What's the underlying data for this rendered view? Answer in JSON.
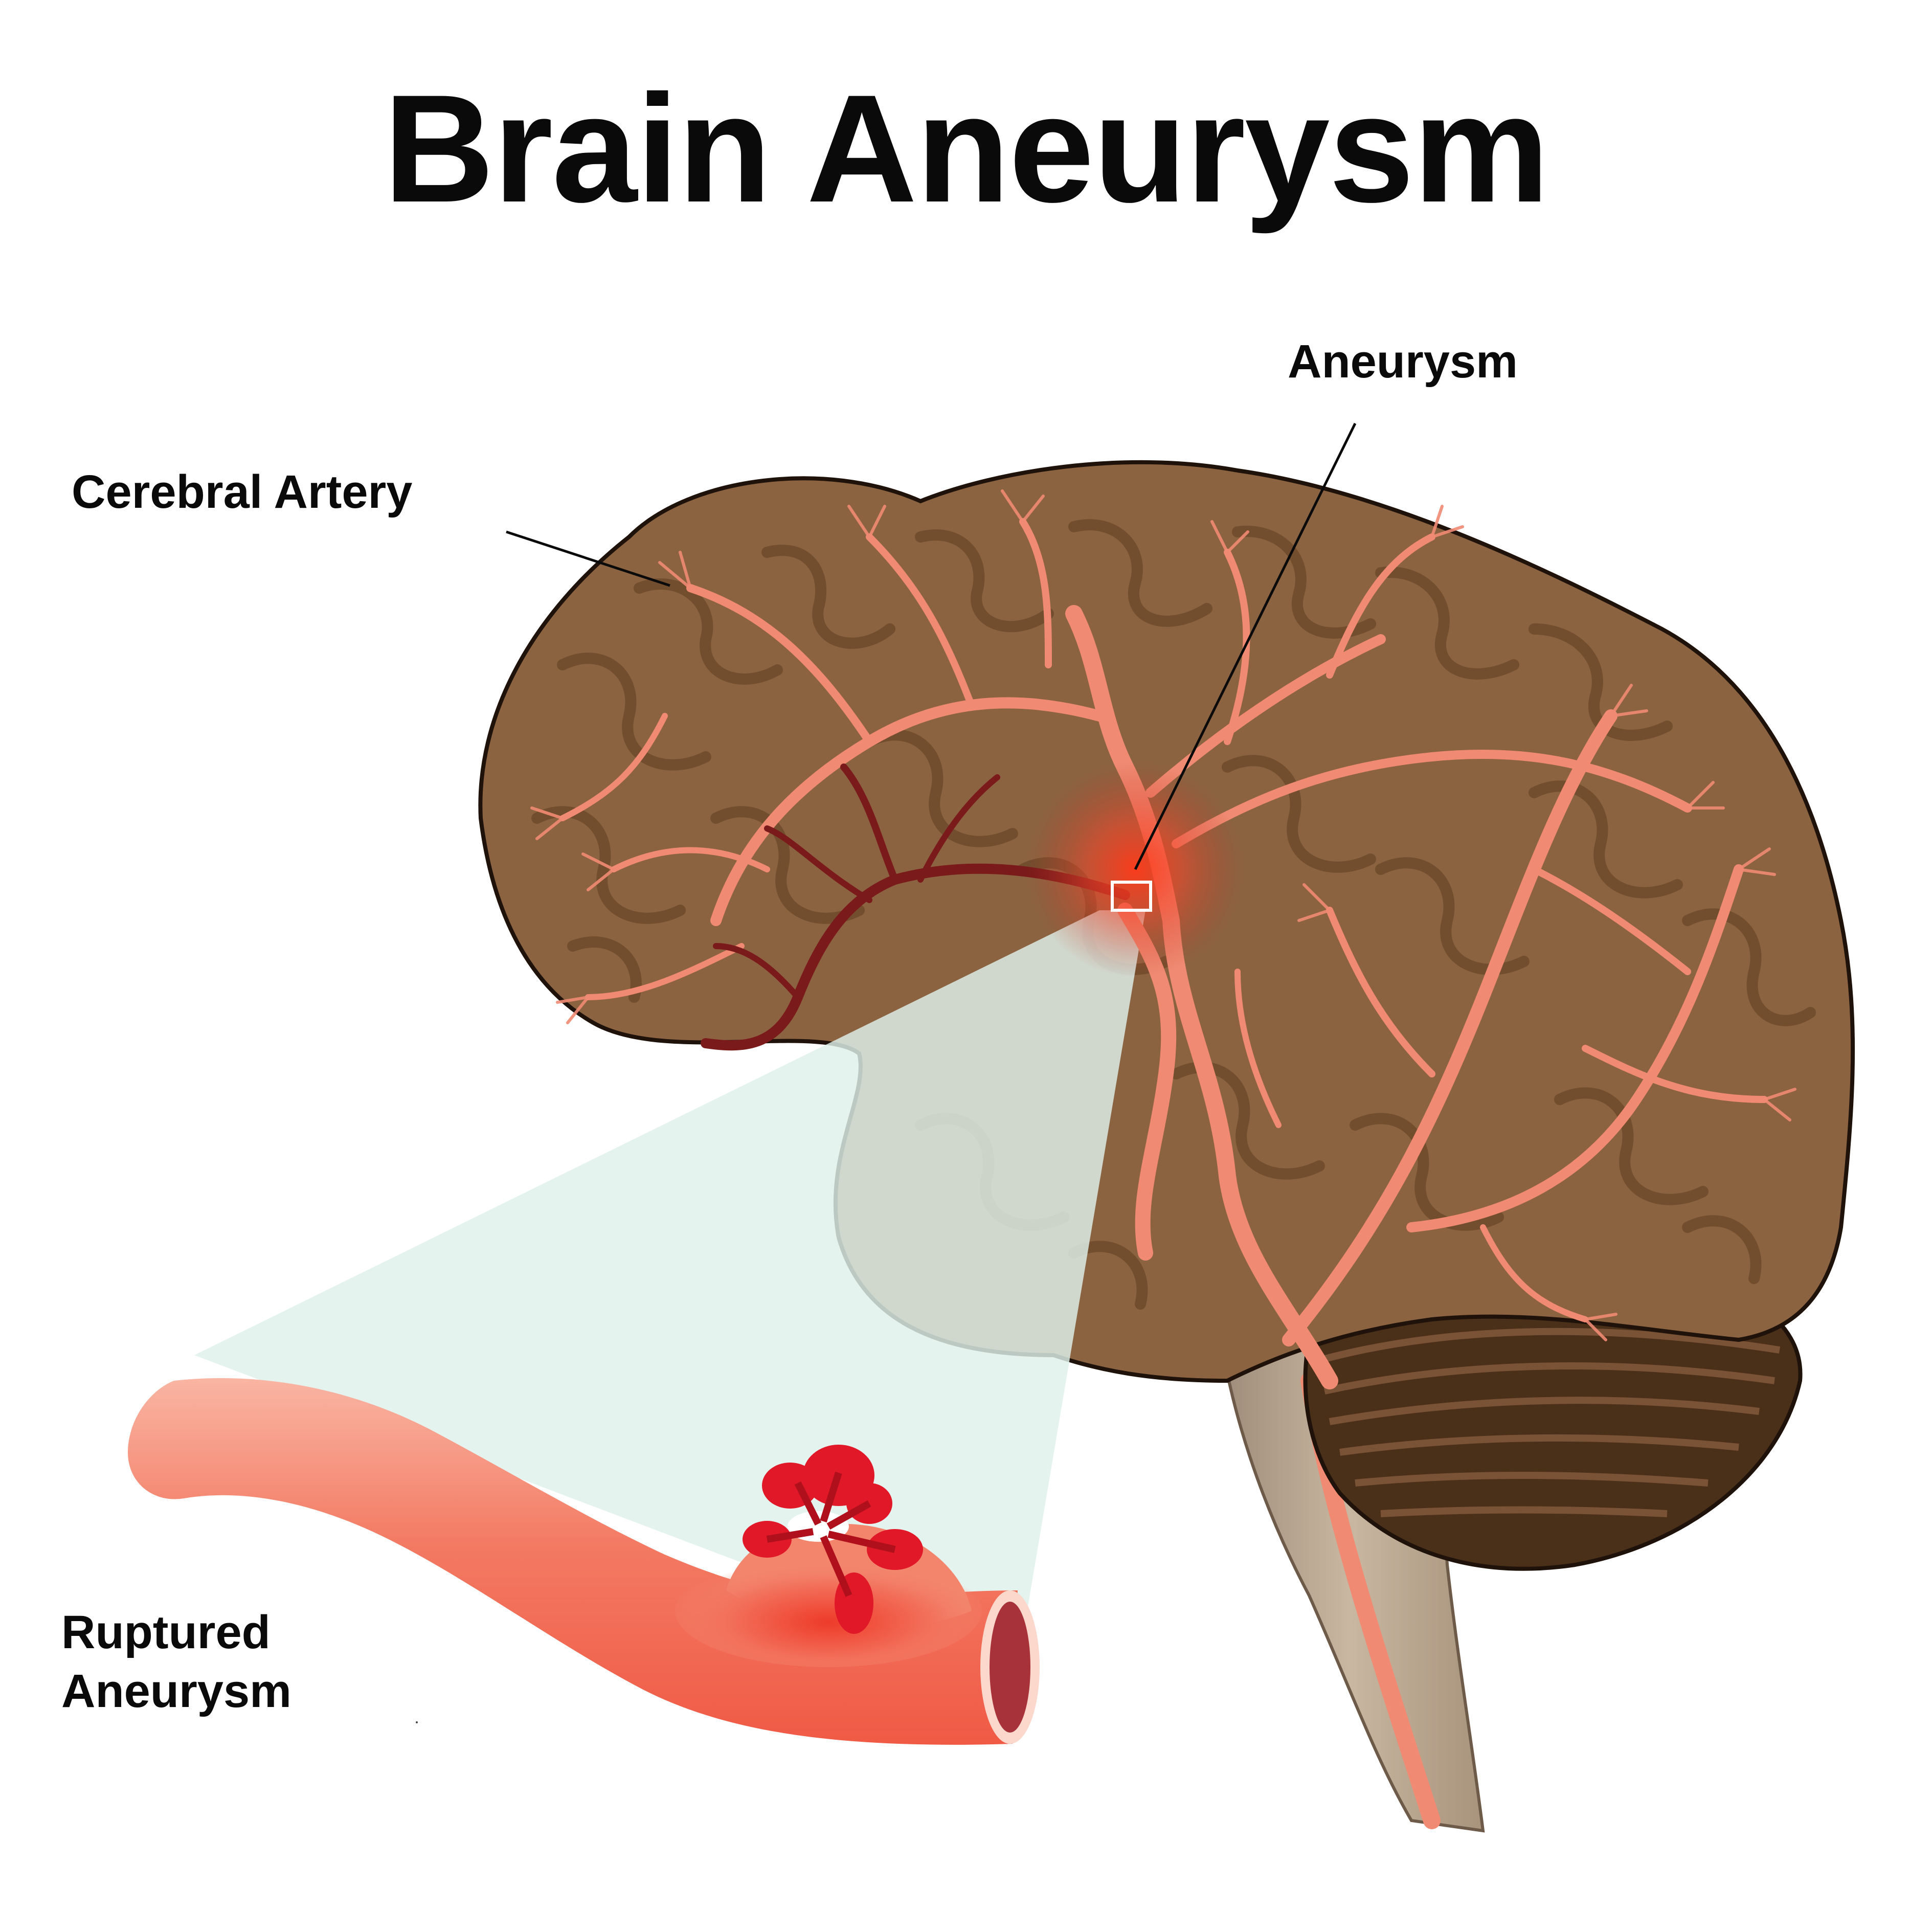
{
  "title": "Brain Aneurysm",
  "labels": {
    "cerebral_artery": "Cerebral Artery",
    "aneurysm": "Aneurysm",
    "ruptured_aneurysm": "Ruptured Aneurysm"
  },
  "colors": {
    "brain": "#8b6340",
    "brain_fold": "#6e4a2b",
    "artery": "#f08a72",
    "artery_dark": "#7a1a1a",
    "cerebellum": "#5a3b22",
    "brainstem": "#b9a38c",
    "zoom_cone": "#dff0ec",
    "vessel": "#f47f6a",
    "blood": "#e01828",
    "text": "#0a0a0a"
  }
}
